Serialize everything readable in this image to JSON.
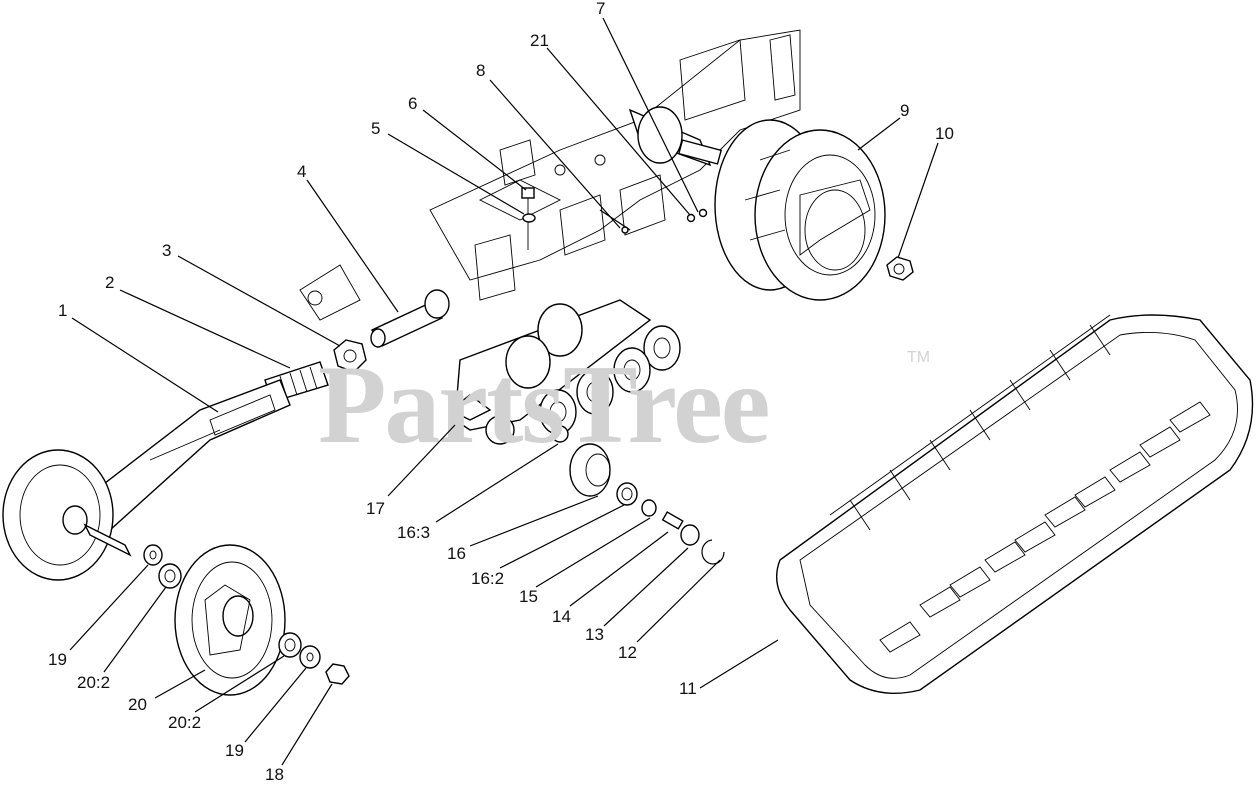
{
  "watermark": {
    "text": "PartsTree",
    "tm": "TM"
  },
  "callouts": [
    {
      "id": "c1",
      "text": "1"
    },
    {
      "id": "c2",
      "text": "2"
    },
    {
      "id": "c3",
      "text": "3"
    },
    {
      "id": "c4",
      "text": "4"
    },
    {
      "id": "c5",
      "text": "5"
    },
    {
      "id": "c6",
      "text": "6"
    },
    {
      "id": "c7",
      "text": "7"
    },
    {
      "id": "c8",
      "text": "8"
    },
    {
      "id": "c9",
      "text": "9"
    },
    {
      "id": "c10",
      "text": "10"
    },
    {
      "id": "c11",
      "text": "11"
    },
    {
      "id": "c12",
      "text": "12"
    },
    {
      "id": "c13",
      "text": "13"
    },
    {
      "id": "c14",
      "text": "14"
    },
    {
      "id": "c15",
      "text": "15"
    },
    {
      "id": "c16",
      "text": "16"
    },
    {
      "id": "c16b",
      "text": "16:2"
    },
    {
      "id": "c16c",
      "text": "16:3"
    },
    {
      "id": "c17",
      "text": "17"
    },
    {
      "id": "c18",
      "text": "18"
    },
    {
      "id": "c19a",
      "text": "19"
    },
    {
      "id": "c19b",
      "text": "19"
    },
    {
      "id": "c20",
      "text": "20"
    },
    {
      "id": "c20a",
      "text": "20:2"
    },
    {
      "id": "c20b",
      "text": "20:2"
    },
    {
      "id": "c21",
      "text": "21"
    }
  ]
}
